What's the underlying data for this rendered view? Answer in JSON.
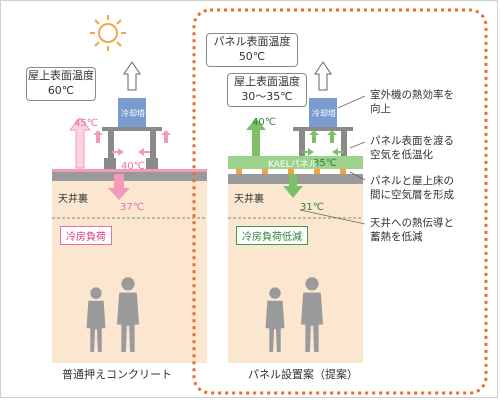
{
  "left": {
    "callout": {
      "line1": "屋上表面温度",
      "line2": "60℃"
    },
    "unit_label": "冷却塔",
    "temps": {
      "up": "45℃",
      "middle": "40℃",
      "ceiling": "37℃"
    },
    "zone_label": "天井裏",
    "load_tag": "冷房負荷",
    "caption": "普通押えコンクリート"
  },
  "right": {
    "callout_top": {
      "line1": "パネル表面温度",
      "line2": "50℃"
    },
    "callout_roof": {
      "line1": "屋上表面温度",
      "line2": "30～35℃"
    },
    "unit_label": "冷却塔",
    "temps": {
      "up": "40℃",
      "middle": "35℃",
      "ceiling": "31℃"
    },
    "panel_label": "KAELパネル",
    "zone_label": "天井裏",
    "load_tag": "冷房負荷低減",
    "caption": "パネル設置案（提案）",
    "notes": [
      {
        "line1": "室外機の熱効率を",
        "line2": "向上"
      },
      {
        "line1": "パネル表面を渡る",
        "line2": "空気を低温化"
      },
      {
        "line1": "パネルと屋上床の",
        "line2": "間に空気層を形成"
      },
      {
        "line1": "天井への熱伝導と",
        "line2": "蓄熱を低減"
      }
    ]
  },
  "colors": {
    "sun": "#f7a44a",
    "heat": "#f49ab9",
    "heat_light": "#fbd3e2",
    "cool": "#7cc16a",
    "panel": "#9ed38d",
    "interior": "#fbe6cf",
    "slab": "#9a9a9a",
    "unit": "#7a9bcf",
    "dashed_frame": "#ec6c2a",
    "people": "#9a9a9a"
  }
}
